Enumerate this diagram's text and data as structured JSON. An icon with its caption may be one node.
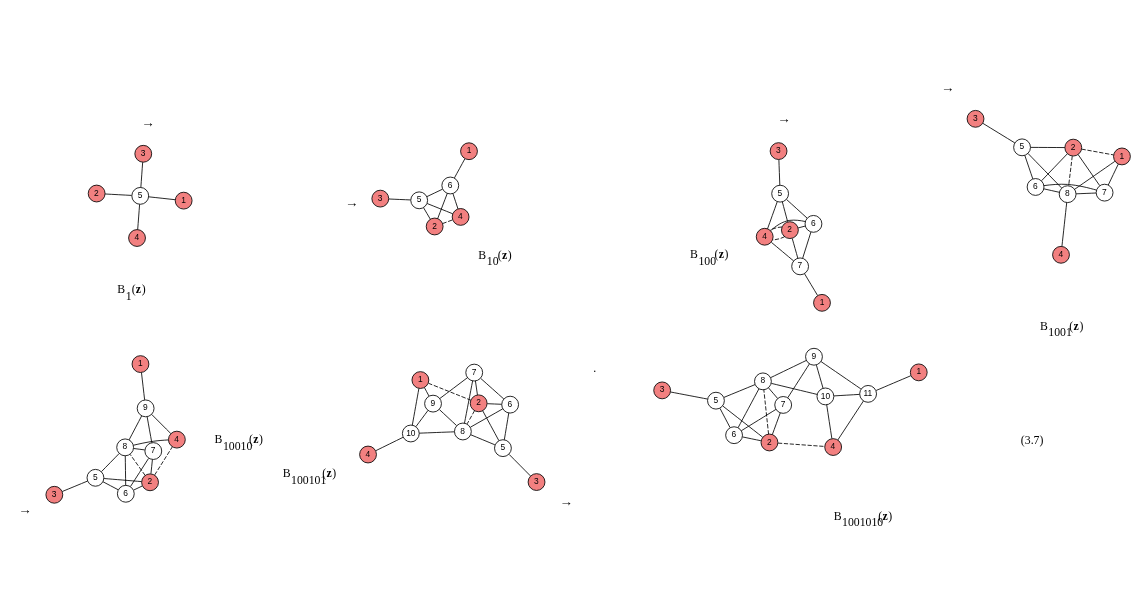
{
  "diagram": {
    "nodes": [
      {
        "text": [
          "2"
        ]
      },
      {
        "text": [
          "1"
        ]
      },
      {
        "text": [
          "5"
        ]
      },
      {
        "text": [
          "3"
        ]
      },
      {
        "text": [
          "4"
        ]
      },
      {
        "text": [
          "2"
        ]
      },
      {
        "text": [
          "1"
        ]
      },
      {
        "text": [
          "6"
        ]
      },
      {
        "text": [
          "5"
        ]
      },
      {
        "text": [
          "3"
        ]
      },
      {
        "text": [
          "4"
        ]
      },
      {
        "text": [
          "2"
        ]
      },
      {
        "text": [
          "1"
        ]
      },
      {
        "text": [
          "7"
        ]
      },
      {
        "text": [
          "6"
        ]
      },
      {
        "text": [
          "5"
        ]
      },
      {
        "text": [
          "3"
        ]
      },
      {
        "text": [
          "4"
        ]
      },
      {
        "text": [
          "2"
        ]
      },
      {
        "text": [
          "7"
        ]
      },
      {
        "text": [
          "6"
        ]
      },
      {
        "text": [
          "5"
        ]
      },
      {
        "text": [
          "1"
        ]
      },
      {
        "text": [
          "3"
        ]
      },
      {
        "text": [
          "8"
        ]
      },
      {
        "text": [
          "4"
        ]
      },
      {
        "text": [
          "2"
        ]
      },
      {
        "text": [
          "7"
        ]
      },
      {
        "text": [
          "6"
        ]
      },
      {
        "text": [
          "5"
        ]
      },
      {
        "text": [
          "1"
        ]
      },
      {
        "text": [
          "9"
        ]
      },
      {
        "text": [
          "3"
        ]
      },
      {
        "text": [
          "8"
        ]
      },
      {
        "text": [
          "4"
        ]
      },
      {
        "text": [
          "2"
        ]
      },
      {
        "text": [
          "7"
        ]
      },
      {
        "text": [
          "6"
        ]
      },
      {
        "text": [
          "5"
        ]
      },
      {
        "text": [
          "9"
        ]
      },
      {
        "text": [
          "1"
        ]
      },
      {
        "text": [
          "8"
        ]
      },
      {
        "text": [
          "3"
        ]
      },
      {
        "text": [
          "10"
        ]
      },
      {
        "text": [
          "4"
        ]
      },
      {
        "text": [
          "2"
        ]
      },
      {
        "text": [
          "7"
        ]
      },
      {
        "text": [
          "6"
        ]
      },
      {
        "text": [
          "5"
        ]
      },
      {
        "text": [
          "1"
        ]
      },
      {
        "text": [
          "9"
        ]
      },
      {
        "text": [
          "8"
        ]
      },
      {
        "text": [
          "3"
        ]
      },
      {
        "text": [
          "11"
        ]
      },
      {
        "text": [
          "10"
        ]
      },
      {
        "text": [
          "4"
        ]
      }
    ],
    "edges": [
      {
        "from": 1,
        "to": 2,
        "arrow": "none"
      },
      {
        "from": 0,
        "to": 2,
        "arrow": "none"
      },
      {
        "from": 2,
        "to": 3,
        "arrow": "none"
      },
      {
        "from": 2,
        "to": 4,
        "arrow": "none"
      },
      {
        "from": 6,
        "to": 7,
        "arrow": "none"
      },
      {
        "from": 7,
        "to": 8,
        "arrow": "none"
      },
      {
        "from": 8,
        "to": 9,
        "arrow": "none"
      },
      {
        "from": 5,
        "to": 7,
        "arrow": "none"
      },
      {
        "from": 5,
        "to": 8,
        "arrow": "none"
      },
      {
        "from": 7,
        "to": 10,
        "arrow": "none"
      },
      {
        "from": 8,
        "to": 10,
        "arrow": "none"
      },
      {
        "from": 5,
        "to": 10,
        "arrow": "none",
        "style": "dashed"
      },
      {
        "from": 12,
        "to": 13,
        "arrow": "none"
      },
      {
        "from": 13,
        "to": 14,
        "arrow": "none"
      },
      {
        "from": 14,
        "to": 15,
        "arrow": "none"
      },
      {
        "from": 15,
        "to": 16,
        "arrow": "none"
      },
      {
        "from": 11,
        "to": 13,
        "arrow": "none"
      },
      {
        "from": 11,
        "to": 14,
        "arrow": "none"
      },
      {
        "from": 11,
        "to": 15,
        "arrow": "none"
      },
      {
        "from": 13,
        "to": 17,
        "arrow": "none"
      },
      {
        "from": 14,
        "to": 17,
        "arrow": "none"
      },
      {
        "from": 15,
        "to": 17,
        "arrow": "none"
      },
      {
        "from": 11,
        "to": 17,
        "arrow": "none",
        "style": "dashed"
      },
      {
        "from": 11,
        "to": 17,
        "arrow": "none",
        "style": "dashed"
      },
      {
        "from": 18,
        "to": 22,
        "arrow": "none",
        "style": "dashed"
      },
      {
        "from": 18,
        "to": 19,
        "arrow": "none"
      },
      {
        "from": 18,
        "to": 20,
        "arrow": "none"
      },
      {
        "from": 18,
        "to": 21,
        "arrow": "none"
      },
      {
        "from": 18,
        "to": 24,
        "arrow": "none",
        "style": "dashed"
      },
      {
        "from": 19,
        "to": 20,
        "arrow": "none"
      },
      {
        "from": 20,
        "to": 21,
        "arrow": "none"
      },
      {
        "from": 21,
        "to": 23,
        "arrow": "none"
      },
      {
        "from": 22,
        "to": 19,
        "arrow": "none"
      },
      {
        "from": 22,
        "to": 24,
        "arrow": "none"
      },
      {
        "from": 19,
        "to": 24,
        "arrow": "none"
      },
      {
        "from": 20,
        "to": 24,
        "arrow": "none"
      },
      {
        "from": 21,
        "to": 24,
        "arrow": "none"
      },
      {
        "from": 24,
        "to": 25,
        "arrow": "none"
      },
      {
        "from": 26,
        "to": 27,
        "arrow": "none"
      },
      {
        "from": 26,
        "to": 28,
        "arrow": "none"
      },
      {
        "from": 26,
        "to": 29,
        "arrow": "none"
      },
      {
        "from": 26,
        "to": 33,
        "arrow": "none",
        "style": "dashed"
      },
      {
        "from": 26,
        "to": 34,
        "arrow": "none",
        "style": "dashed"
      },
      {
        "from": 27,
        "to": 28,
        "arrow": "none"
      },
      {
        "from": 28,
        "to": 29,
        "arrow": "none"
      },
      {
        "from": 29,
        "to": 32,
        "arrow": "none"
      },
      {
        "from": 30,
        "to": 31,
        "arrow": "none"
      },
      {
        "from": 31,
        "to": 27,
        "arrow": "none"
      },
      {
        "from": 31,
        "to": 33,
        "arrow": "none"
      },
      {
        "from": 31,
        "to": 34,
        "arrow": "none"
      },
      {
        "from": 27,
        "to": 33,
        "arrow": "none"
      },
      {
        "from": 28,
        "to": 33,
        "arrow": "none"
      },
      {
        "from": 29,
        "to": 33,
        "arrow": "none"
      },
      {
        "from": 33,
        "to": 34,
        "arrow": "none"
      },
      {
        "from": 35,
        "to": 40,
        "arrow": "none",
        "style": "dashed"
      },
      {
        "from": 35,
        "to": 36,
        "arrow": "none"
      },
      {
        "from": 35,
        "to": 37,
        "arrow": "none"
      },
      {
        "from": 35,
        "to": 38,
        "arrow": "none"
      },
      {
        "from": 35,
        "to": 41,
        "arrow": "none",
        "style": "dashed"
      },
      {
        "from": 36,
        "to": 37,
        "arrow": "none"
      },
      {
        "from": 37,
        "to": 38,
        "arrow": "none"
      },
      {
        "from": 38,
        "to": 42,
        "arrow": "none"
      },
      {
        "from": 36,
        "to": 39,
        "arrow": "none"
      },
      {
        "from": 36,
        "to": 41,
        "arrow": "none"
      },
      {
        "from": 37,
        "to": 41,
        "arrow": "none"
      },
      {
        "from": 38,
        "to": 41,
        "arrow": "none"
      },
      {
        "from": 40,
        "to": 39,
        "arrow": "none"
      },
      {
        "from": 39,
        "to": 41,
        "arrow": "none"
      },
      {
        "from": 39,
        "to": 43,
        "arrow": "none"
      },
      {
        "from": 40,
        "to": 43,
        "arrow": "none"
      },
      {
        "from": 41,
        "to": 43,
        "arrow": "none"
      },
      {
        "from": 43,
        "to": 44,
        "arrow": "none"
      },
      {
        "from": 45,
        "to": 46,
        "arrow": "none"
      },
      {
        "from": 45,
        "to": 47,
        "arrow": "none"
      },
      {
        "from": 45,
        "to": 48,
        "arrow": "none"
      },
      {
        "from": 45,
        "to": 55,
        "arrow": "none",
        "style": "dashed"
      },
      {
        "from": 45,
        "to": 51,
        "arrow": "none",
        "style": "dashed"
      },
      {
        "from": 46,
        "to": 47,
        "arrow": "none"
      },
      {
        "from": 47,
        "to": 48,
        "arrow": "none"
      },
      {
        "from": 48,
        "to": 52,
        "arrow": "none"
      },
      {
        "from": 46,
        "to": 50,
        "arrow": "none"
      },
      {
        "from": 46,
        "to": 51,
        "arrow": "none"
      },
      {
        "from": 47,
        "to": 51,
        "arrow": "none"
      },
      {
        "from": 48,
        "to": 51,
        "arrow": "none"
      },
      {
        "from": 50,
        "to": 51,
        "arrow": "none"
      },
      {
        "from": 50,
        "to": 53,
        "arrow": "none"
      },
      {
        "from": 50,
        "to": 54,
        "arrow": "none"
      },
      {
        "from": 51,
        "to": 54,
        "arrow": "none"
      },
      {
        "from": 49,
        "to": 53,
        "arrow": "none"
      },
      {
        "from": 53,
        "to": 54,
        "arrow": "none"
      },
      {
        "from": 53,
        "to": 55,
        "arrow": "none"
      },
      {
        "from": 54,
        "to": 55,
        "arrow": "none"
      }
    ],
    "labels": [
      "→",
      "→",
      "→",
      "B$_{1}$(**z**)",
      "B$_{10}$(**z**)",
      "B$_{100}$(**z**)",
      "(3.7)",
      "→",
      "→",
      "→",
      ".",
      "B$_{1001}$(**z**)",
      "B$_{10010}$(**z**)",
      "B$_{100101}$(**z**)",
      "B$_{1001010}$(**z**)"
    ]
  }
}
